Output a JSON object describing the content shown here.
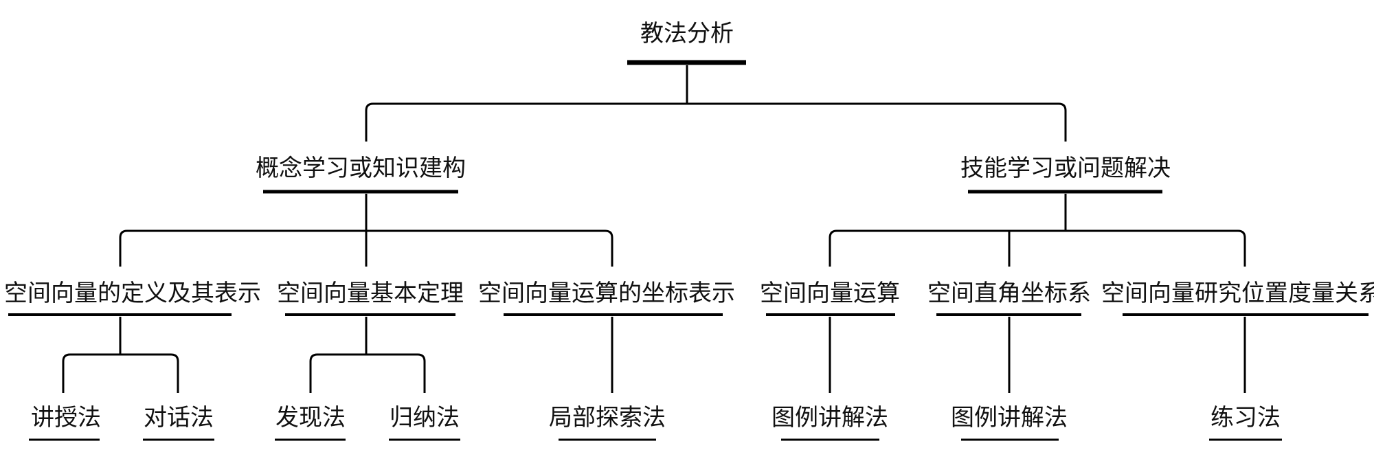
{
  "root": {
    "label": "教法分析"
  },
  "categories": [
    {
      "label": "概念学习或知识建构"
    },
    {
      "label": "技能学习或问题解决"
    }
  ],
  "topics": [
    {
      "label": "空间向量的定义及其表示"
    },
    {
      "label": "空间向量基本定理"
    },
    {
      "label": "空间向量运算的坐标表示"
    },
    {
      "label": "空间向量运算"
    },
    {
      "label": "空间直角坐标系"
    },
    {
      "label": "空间向量研究位置度量关系"
    }
  ],
  "methods": [
    {
      "label": "讲授法"
    },
    {
      "label": "对话法"
    },
    {
      "label": "发现法"
    },
    {
      "label": "归纳法"
    },
    {
      "label": "局部探索法"
    },
    {
      "label": "图例讲解法"
    },
    {
      "label": "图例讲解法"
    },
    {
      "label": "练习法"
    }
  ]
}
